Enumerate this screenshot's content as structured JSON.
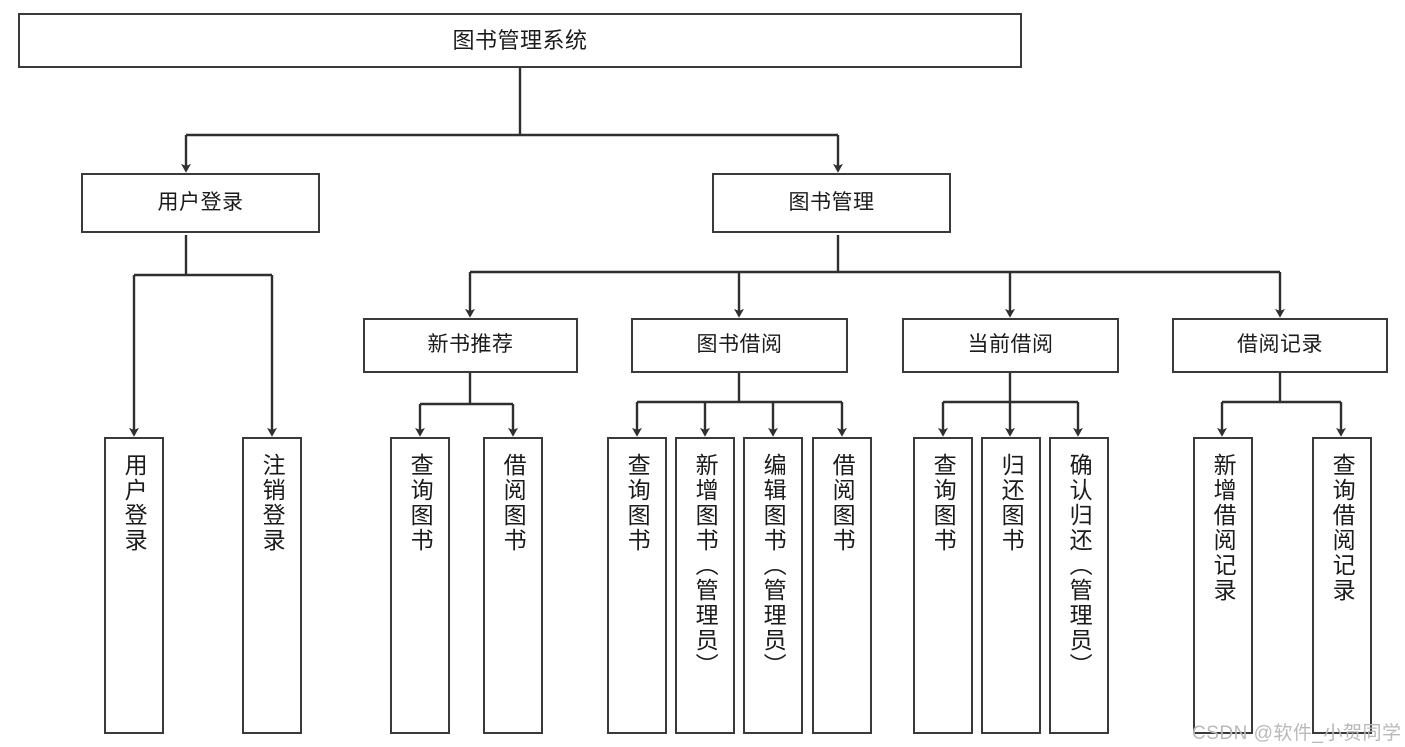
{
  "diagram": {
    "title": "图书管理系统",
    "type": "tree",
    "watermark": "CSDN @软件_小贺同学",
    "colors": {
      "node_border": "#3a3a3a",
      "node_fill": "#ffffff",
      "edge": "#2f2f2f",
      "text": "#1b1b1b",
      "watermark": "#b9b9b9",
      "background": "#ffffff"
    },
    "nodes": {
      "root": {
        "label": "图书管理系统",
        "level": 0
      },
      "user_login": {
        "label": "用户登录",
        "level": 1
      },
      "book_manage": {
        "label": "图书管理",
        "level": 1
      },
      "new_book_rec": {
        "label": "新书推荐",
        "level": 2
      },
      "book_borrow": {
        "label": "图书借阅",
        "level": 2
      },
      "current_borrow": {
        "label": "当前借阅",
        "level": 2
      },
      "borrow_record": {
        "label": "借阅记录",
        "level": 2
      },
      "leaf_user_login": {
        "label": "用户登录",
        "level": 3
      },
      "leaf_logout_login": {
        "label": "注销登录",
        "level": 3
      },
      "leaf_query_book_1": {
        "label": "查询图书",
        "level": 3
      },
      "leaf_borrow_book_1": {
        "label": "借阅图书",
        "level": 3
      },
      "leaf_query_book_2": {
        "label": "查询图书",
        "level": 3
      },
      "leaf_add_book": {
        "label": "新增图书（管理员）",
        "level": 3
      },
      "leaf_edit_book": {
        "label": "编辑图书（管理员）",
        "level": 3
      },
      "leaf_borrow_book_2": {
        "label": "借阅图书",
        "level": 3
      },
      "leaf_query_book_3": {
        "label": "查询图书",
        "level": 3
      },
      "leaf_return_book": {
        "label": "归还图书",
        "level": 3
      },
      "leaf_confirm_return": {
        "label": "确认归还（管理员）",
        "level": 3
      },
      "leaf_add_record": {
        "label": "新增借阅记录",
        "level": 3
      },
      "leaf_query_record": {
        "label": "查询借阅记录",
        "level": 3
      }
    },
    "edges": [
      {
        "from": "root",
        "to": "user_login"
      },
      {
        "from": "root",
        "to": "book_manage"
      },
      {
        "from": "user_login",
        "to": "leaf_user_login"
      },
      {
        "from": "user_login",
        "to": "leaf_logout_login"
      },
      {
        "from": "book_manage",
        "to": "new_book_rec"
      },
      {
        "from": "book_manage",
        "to": "book_borrow"
      },
      {
        "from": "book_manage",
        "to": "current_borrow"
      },
      {
        "from": "book_manage",
        "to": "borrow_record"
      },
      {
        "from": "new_book_rec",
        "to": "leaf_query_book_1"
      },
      {
        "from": "new_book_rec",
        "to": "leaf_borrow_book_1"
      },
      {
        "from": "book_borrow",
        "to": "leaf_query_book_2"
      },
      {
        "from": "book_borrow",
        "to": "leaf_add_book"
      },
      {
        "from": "book_borrow",
        "to": "leaf_edit_book"
      },
      {
        "from": "book_borrow",
        "to": "leaf_borrow_book_2"
      },
      {
        "from": "current_borrow",
        "to": "leaf_query_book_3"
      },
      {
        "from": "current_borrow",
        "to": "leaf_return_book"
      },
      {
        "from": "current_borrow",
        "to": "leaf_confirm_return"
      },
      {
        "from": "borrow_record",
        "to": "leaf_add_record"
      },
      {
        "from": "borrow_record",
        "to": "leaf_query_record"
      }
    ]
  }
}
